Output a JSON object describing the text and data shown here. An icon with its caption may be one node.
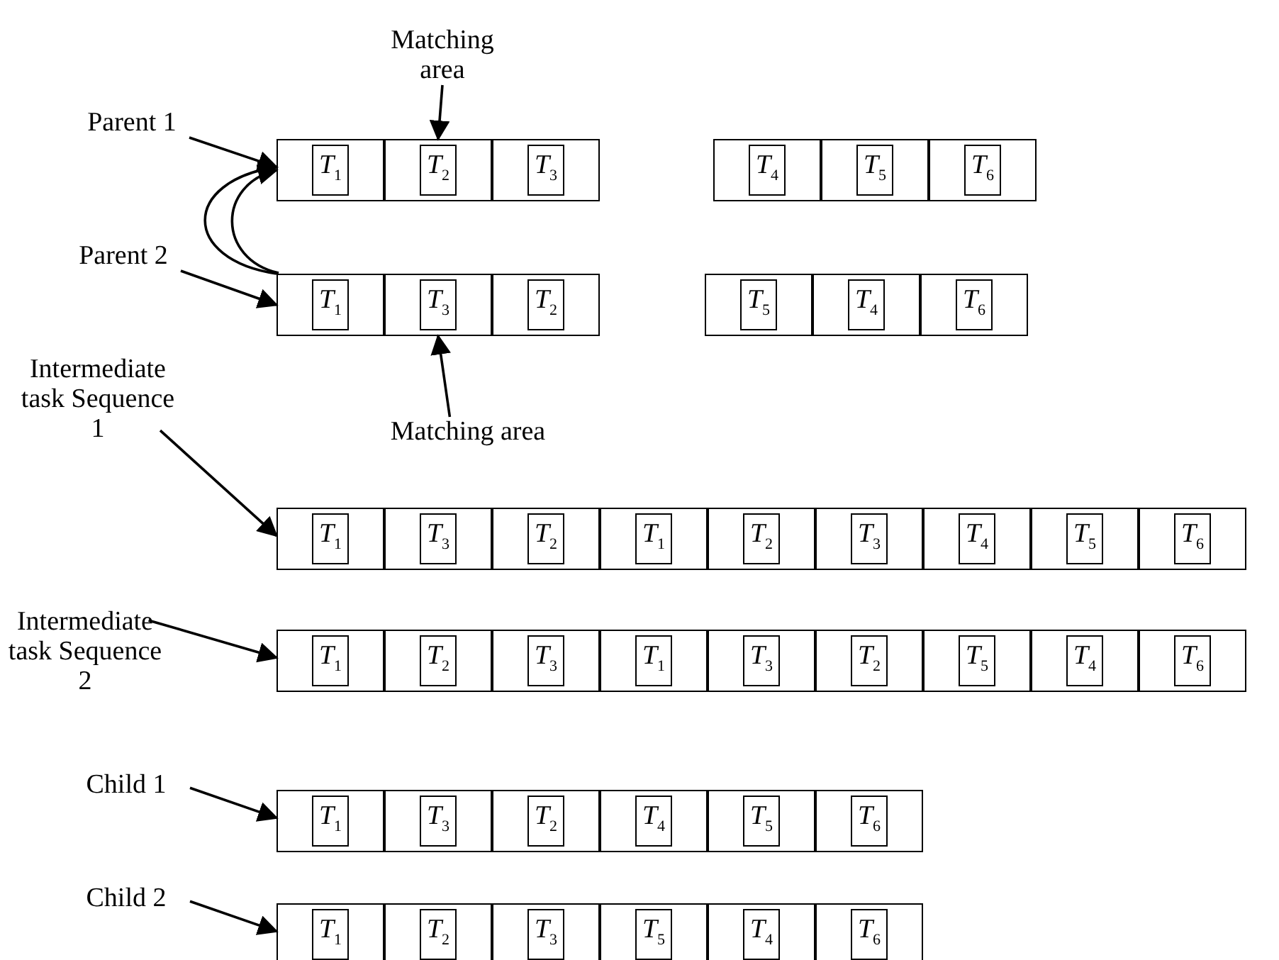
{
  "diagram": {
    "nodes": [
      {
        "text": [
          "Matching area"
        ]
      },
      {
        "text": [
          "Parent 1"
        ]
      },
      {
        "text": [
          "*T*$_{1}$"
        ]
      },
      {
        "text": [
          "*T*$_{2}$"
        ]
      },
      {
        "text": [
          "*T*$_{3}$"
        ]
      },
      {
        "text": [
          "*T*$_{4}$"
        ]
      },
      {
        "text": [
          "*T*$_{5}$"
        ]
      },
      {
        "text": [
          "*T*$_{6}$"
        ]
      },
      {
        "text": [
          "Parent 2"
        ]
      },
      {
        "text": [
          "*T*$_{1}$"
        ]
      },
      {
        "text": [
          "*T*$_{3}$"
        ]
      },
      {
        "text": [
          "*T*$_{2}$"
        ]
      },
      {
        "text": [
          "*T*$_{5}$"
        ]
      },
      {
        "text": [
          "*T*$_{4}$"
        ]
      },
      {
        "text": [
          "*T*$_{6}$"
        ]
      },
      {
        "text": [
          "Matching area"
        ]
      },
      {
        "text": [
          "Intermediate task Sequence 1"
        ]
      },
      {
        "text": [
          "*T*$_{1}$"
        ]
      },
      {
        "text": [
          "*T*$_{3}$"
        ]
      },
      {
        "text": [
          "*T*$_{2}$"
        ]
      },
      {
        "text": [
          "*T*$_{1}$"
        ]
      },
      {
        "text": [
          "*T*$_{2}$"
        ]
      },
      {
        "text": [
          "*T*$_{3}$"
        ]
      },
      {
        "text": [
          "*T*$_{4}$"
        ]
      },
      {
        "text": [
          "*T*$_{5}$"
        ]
      },
      {
        "text": [
          "*T*$_{6}$"
        ]
      },
      {
        "text": [
          "Intermediate task Sequence 2"
        ]
      },
      {
        "text": [
          "*T*$_{1}$"
        ]
      },
      {
        "text": [
          "*T*$_{2}$"
        ]
      },
      {
        "text": [
          "*T*$_{3}$"
        ]
      },
      {
        "text": [
          "*T*$_{1}$"
        ]
      },
      {
        "text": [
          "*T*$_{3}$"
        ]
      },
      {
        "text": [
          "*T*$_{2}$"
        ]
      },
      {
        "text": [
          "*T*$_{5}$"
        ]
      },
      {
        "text": [
          "*T*$_{4}$"
        ]
      },
      {
        "text": [
          "*T*$_{6}$"
        ]
      },
      {
        "text": [
          "Child 1"
        ]
      },
      {
        "text": [
          "*T*$_{1}$"
        ]
      },
      {
        "text": [
          "*T*$_{3}$"
        ]
      },
      {
        "text": [
          "*T*$_{2}$"
        ]
      },
      {
        "text": [
          "*T*$_{4}$"
        ]
      },
      {
        "text": [
          "*T*$_{5}$"
        ]
      },
      {
        "text": [
          "*T*$_{6}$"
        ]
      },
      {
        "text": [
          "Child 2"
        ]
      },
      {
        "text": [
          "*T*$_{1}$"
        ]
      },
      {
        "text": [
          "*T*$_{2}$"
        ]
      },
      {
        "text": [
          "*T*$_{3}$"
        ]
      },
      {
        "text": [
          "*T*$_{5}$"
        ]
      },
      {
        "text": [
          "*T*$_{4}$"
        ]
      },
      {
        "text": [
          "*T*$_{6}$"
        ]
      }
    ],
    "edges": [
      {
        "from": 0,
        "to": 3,
        "arrow": "to"
      },
      {
        "from": 1,
        "to": 2,
        "arrow": "to"
      },
      {
        "from": 9,
        "to": 2,
        "arrow": "to"
      },
      {
        "from": 9,
        "to": 2,
        "arrow": "to"
      },
      {
        "from": 8,
        "to": 9,
        "arrow": "to"
      },
      {
        "from": 15,
        "to": 10,
        "arrow": "to"
      },
      {
        "from": 16,
        "to": 17,
        "arrow": "to"
      },
      {
        "from": 26,
        "to": 27,
        "arrow": "to"
      },
      {
        "from": 36,
        "to": 37,
        "arrow": "to"
      },
      {
        "from": 43,
        "to": 44,
        "arrow": "to"
      }
    ]
  }
}
